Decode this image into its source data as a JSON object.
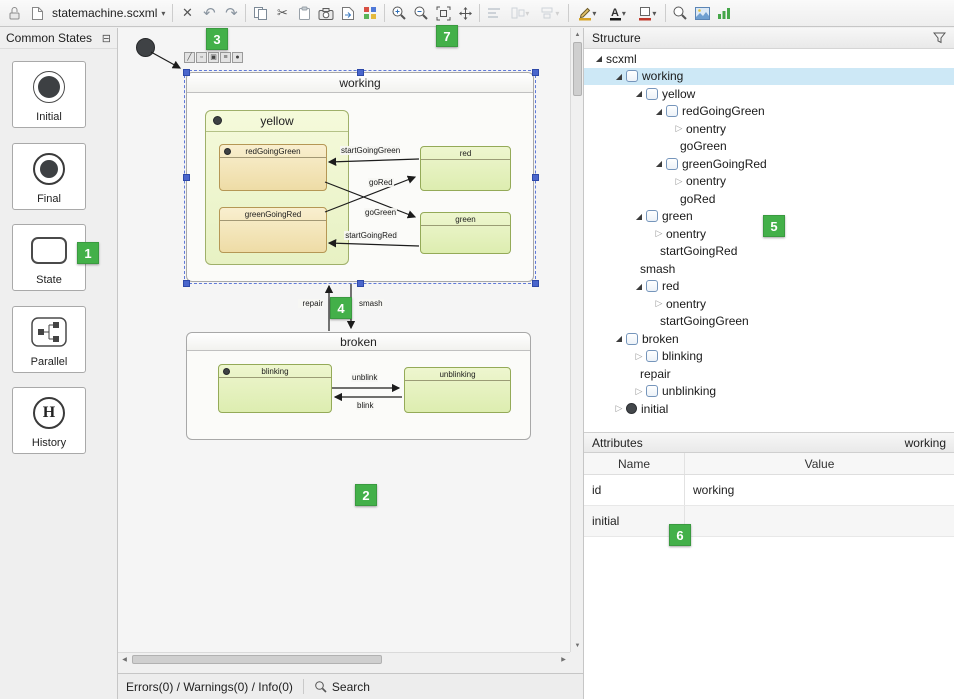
{
  "toolbar": {
    "file_selector": "statemachine.scxml",
    "icon_names": [
      "lock-icon",
      "document-icon",
      "chevron-down-icon",
      "close-icon",
      "undo-icon",
      "redo-icon",
      "copy-icon",
      "cut-icon",
      "paste-icon",
      "camera-icon",
      "export-icon",
      "color-grid-icon",
      "zoom-in-icon",
      "zoom-out-icon",
      "fit-to-view-icon",
      "pan-icon",
      "align-icon",
      "align-horizontal-icon",
      "align-vertical-icon",
      "pen-color-icon",
      "font-color-icon",
      "fill-color-icon",
      "magnifier-icon",
      "screenshot-icon",
      "statistics-icon"
    ]
  },
  "glyphs": {
    "chevron_down": "▾",
    "close": "✕",
    "undo": "↶",
    "redo": "↷",
    "cut": "✂",
    "collapse_panel": "⊟",
    "tree_expanded": "◢",
    "tree_collapsed": "▷",
    "scroll_up": "▲",
    "scroll_down": "▼",
    "scroll_left": "◀",
    "scroll_right": "▶",
    "history_letter": "H",
    "adj_1": "╱",
    "adj_2": "▫",
    "adj_3": "▣",
    "adj_4": "≡",
    "adj_5": "●"
  },
  "palette": {
    "title": "Common States",
    "items": [
      {
        "label": "Initial",
        "icon": "initial-state-icon"
      },
      {
        "label": "Final",
        "icon": "final-state-icon"
      },
      {
        "label": "State",
        "icon": "state-icon"
      },
      {
        "label": "Parallel",
        "icon": "parallel-state-icon"
      },
      {
        "label": "History",
        "icon": "history-state-icon"
      }
    ]
  },
  "canvas": {
    "states": {
      "working": "working",
      "yellow": "yellow",
      "redGoingGreen": "redGoingGreen",
      "greenGoingRed": "greenGoingRed",
      "red": "red",
      "green": "green",
      "broken": "broken",
      "blinking": "blinking",
      "unblinking": "unblinking"
    },
    "transitions": {
      "startGoingGreen": "startGoingGreen",
      "goRed": "goRed",
      "goGreen": "goGreen",
      "startGoingRed": "startGoingRed",
      "repair": "repair",
      "smash": "smash",
      "unblink": "unblink",
      "blink": "blink"
    }
  },
  "structure": {
    "title": "Structure",
    "tree": [
      {
        "label": "scxml",
        "level": 0,
        "arrow": "expanded",
        "icon": "none",
        "selected": false
      },
      {
        "label": "working",
        "level": 1,
        "arrow": "expanded",
        "icon": "state",
        "selected": true
      },
      {
        "label": "yellow",
        "level": 2,
        "arrow": "expanded",
        "icon": "state",
        "selected": false
      },
      {
        "label": "redGoingGreen",
        "level": 3,
        "arrow": "expanded",
        "icon": "state",
        "selected": false
      },
      {
        "label": "onentry",
        "level": 4,
        "arrow": "collapsed",
        "icon": "none",
        "selected": false
      },
      {
        "label": "goGreen",
        "level": 4,
        "arrow": "none",
        "icon": "none",
        "selected": false
      },
      {
        "label": "greenGoingRed",
        "level": 3,
        "arrow": "expanded",
        "icon": "state",
        "selected": false
      },
      {
        "label": "onentry",
        "level": 4,
        "arrow": "collapsed",
        "icon": "none",
        "selected": false
      },
      {
        "label": "goRed",
        "level": 4,
        "arrow": "none",
        "icon": "none",
        "selected": false
      },
      {
        "label": "green",
        "level": 2,
        "arrow": "expanded",
        "icon": "state",
        "selected": false
      },
      {
        "label": "onentry",
        "level": 3,
        "arrow": "collapsed",
        "icon": "none",
        "selected": false
      },
      {
        "label": "startGoingRed",
        "level": 3,
        "arrow": "none",
        "icon": "none",
        "selected": false
      },
      {
        "label": "smash",
        "level": 2,
        "arrow": "none",
        "icon": "none",
        "selected": false
      },
      {
        "label": "red",
        "level": 2,
        "arrow": "expanded",
        "icon": "state",
        "selected": false
      },
      {
        "label": "onentry",
        "level": 3,
        "arrow": "collapsed",
        "icon": "none",
        "selected": false
      },
      {
        "label": "startGoingGreen",
        "level": 3,
        "arrow": "none",
        "icon": "none",
        "selected": false
      },
      {
        "label": "broken",
        "level": 1,
        "arrow": "expanded",
        "icon": "state",
        "selected": false
      },
      {
        "label": "blinking",
        "level": 2,
        "arrow": "collapsed",
        "icon": "state",
        "selected": false
      },
      {
        "label": "repair",
        "level": 2,
        "arrow": "none",
        "icon": "none",
        "selected": false
      },
      {
        "label": "unblinking",
        "level": 2,
        "arrow": "collapsed",
        "icon": "state",
        "selected": false
      },
      {
        "label": "initial",
        "level": 1,
        "arrow": "collapsed",
        "icon": "initial",
        "selected": false
      }
    ]
  },
  "attributes": {
    "title": "Attributes",
    "context": "working",
    "columns": [
      "Name",
      "Value"
    ],
    "rows": [
      {
        "name": "id",
        "value": "working"
      },
      {
        "name": "initial",
        "value": ""
      }
    ]
  },
  "statusbar": {
    "issues": "Errors(0) / Warnings(0) / Info(0)",
    "search_label": "Search"
  },
  "badges": [
    "1",
    "2",
    "3",
    "4",
    "5",
    "6",
    "7"
  ],
  "colors": {
    "badge_green": "#43b049",
    "selection_blue": "#4a66cc",
    "tree_selection_bg": "#cde8f6",
    "state_green_border": "#94aa58",
    "state_tan_border": "#b59755"
  }
}
